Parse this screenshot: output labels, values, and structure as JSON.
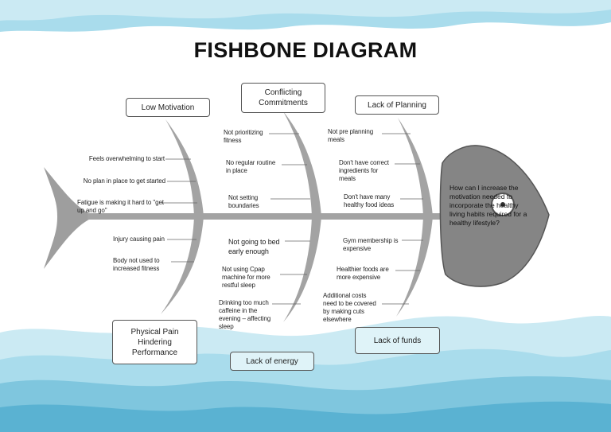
{
  "title": "FISHBONE DIAGRAM",
  "problem": "How can I increase the motivation needed to incorporate the healthy living habits required for a healthy lifestyle?",
  "categories": {
    "low_motivation": "Low Motivation",
    "conflicting_commitments": "Conflicting Commitments",
    "lack_of_planning": "Lack of Planning",
    "physical_pain": "Physical Pain Hindering Performance",
    "lack_of_energy": "Lack of energy",
    "lack_of_funds": "Lack of funds"
  },
  "causes": {
    "low_motivation": [
      "Feels overwhelming to start",
      "No plan in place to get started",
      "Fatigue is making it hard to \"get\nup and go\""
    ],
    "physical_pain": [
      "Injury causing pain",
      "Body not used to\nincreased fitness"
    ],
    "conflicting_commitments": [
      "Not prioritizing\nfitness",
      "No regular routine\nin place",
      "Not setting\nboundaries"
    ],
    "lack_of_energy": [
      "Not going to bed\nearly enough",
      "Not using Cpap\nmachine for more\nrestful sleep",
      "Drinking too much\ncaffeine in the\nevening – affecting\nsleep"
    ],
    "lack_of_planning": [
      "Not pre planning\nmeals",
      "Don't have correct\ningredients for\nmeals",
      "Don't have many\nhealthy food ideas"
    ],
    "lack_of_funds": [
      "Gym membership is\nexpensive",
      "Healthier foods are\nmore expensive",
      "Additional costs\nneed to be covered\nby making cuts\nelsewhere"
    ]
  },
  "colors": {
    "sky": "#cbeaf3",
    "wave_light": "#a9dcec",
    "wave_mid": "#7fc6de",
    "wave_dark": "#5ab2d2",
    "fish_gray": "#9e9e9e",
    "fish_head": "#858585",
    "accent_box": "#dff3f8"
  }
}
